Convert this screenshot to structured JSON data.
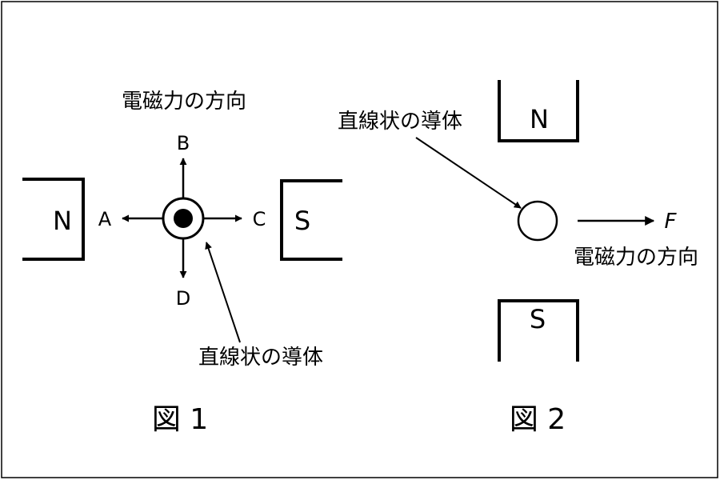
{
  "figure1": {
    "force_title": "電磁力の方向",
    "magnet_left": "N",
    "magnet_right": "S",
    "dir_a": "A",
    "dir_b": "B",
    "dir_c": "C",
    "dir_d": "D",
    "conductor_label": "直線状の導体",
    "caption": "図 1"
  },
  "figure2": {
    "conductor_label": "直線状の導体",
    "magnet_top": "N",
    "magnet_bottom": "S",
    "force_symbol": "F",
    "force_label": "電磁力の方向",
    "caption": "図 2"
  }
}
